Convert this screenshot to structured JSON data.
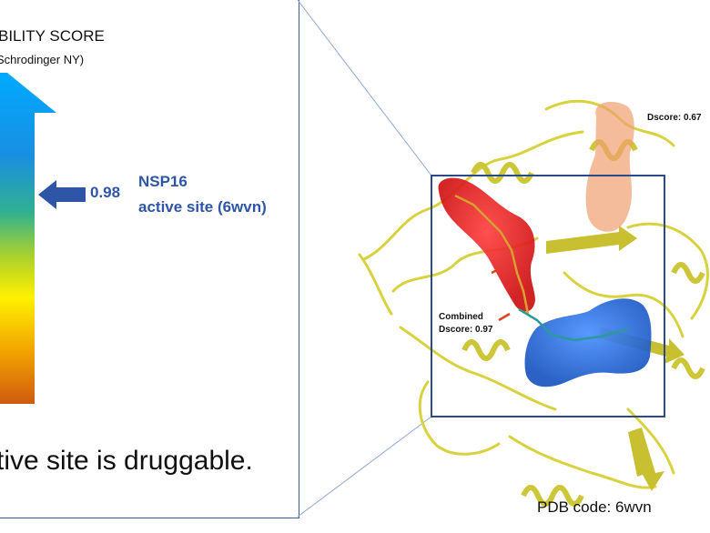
{
  "left_panel": {
    "title": "BILITY SCORE",
    "subtitle": "Schrodinger NY)",
    "score_value": "0.98",
    "site_line1": "NSP16",
    "site_line2": "active site (6wvn)",
    "conclusion": "tive site is druggable."
  },
  "structure": {
    "orange_pocket_label": "Dscore: 0.67",
    "combined_label_line1": "Combined",
    "combined_label_line2": "Dscore: 0.97",
    "pdb_code": "PDB code: 6wvn"
  },
  "colors": {
    "frame_blue": "#3a5a9a",
    "text_blue": "#2e55a6",
    "ribbon_yellow": "#d8d240",
    "pocket_red": "#e02020",
    "pocket_blue": "#2a6ee0",
    "pocket_orange": "#f0a070"
  }
}
